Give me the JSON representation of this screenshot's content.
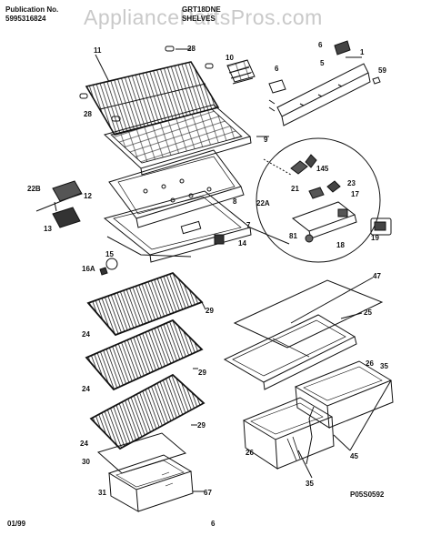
{
  "header": {
    "publication_label": "Publication No.",
    "publication_number": "5995316824",
    "model": "GRT18DNE",
    "section": "SHELVES",
    "watermark": "AppliancePartsPros.com"
  },
  "footer": {
    "date": "01/99",
    "page": "6",
    "diagram_code": "P05S0592"
  },
  "part_labels": {
    "p1": "1",
    "p5": "5",
    "p6a": "6",
    "p6b": "6",
    "p59": "59",
    "p10": "10",
    "p11": "11",
    "p28a": "28",
    "p28b": "28",
    "p9": "9",
    "p145": "145",
    "p23": "23",
    "p22a": "22A",
    "p21": "21",
    "p17": "17",
    "p22b": "22B",
    "p12": "12",
    "p13": "13",
    "p8": "8",
    "p7": "7",
    "p14": "14",
    "p81": "81",
    "p18": "18",
    "p19": "19",
    "p15": "15",
    "p16a": "16A",
    "p47": "47",
    "p29a": "29",
    "p24a": "24",
    "p25": "25",
    "p29b": "29",
    "p24b": "24",
    "p26a": "26",
    "p35a": "35",
    "p29c": "29",
    "p24c": "24",
    "p30": "30",
    "p67": "67",
    "p31": "31",
    "p26b": "26",
    "p45": "45",
    "p35b": "35"
  }
}
